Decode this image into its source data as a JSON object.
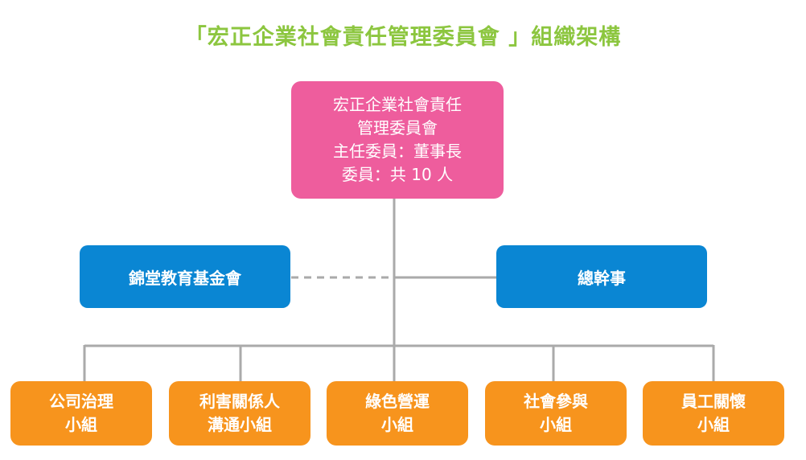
{
  "title": "「宏正企業社會責任管理委員會 」組織架構",
  "committee": {
    "name_line1": "宏正企業社會責任",
    "name_line2": "管理委員會",
    "chair": "主任委員：董事長",
    "members": "委員：共 10 人"
  },
  "foundation": "錦堂教育基金會",
  "secretary": "總幹事",
  "groups": [
    {
      "line1": "公司治理",
      "line2": "小組"
    },
    {
      "line1": "利害關係人",
      "line2": "溝通小組"
    },
    {
      "line1": "綠色營運",
      "line2": "小組"
    },
    {
      "line1": "社會參與",
      "line2": "小組"
    },
    {
      "line1": "員工關懷",
      "line2": "小組"
    }
  ],
  "colors": {
    "title": "#8cc63f",
    "committee": "#ee5d9d",
    "blue": "#0a86d3",
    "orange": "#f7941d",
    "connector": "#aaaaaa"
  }
}
